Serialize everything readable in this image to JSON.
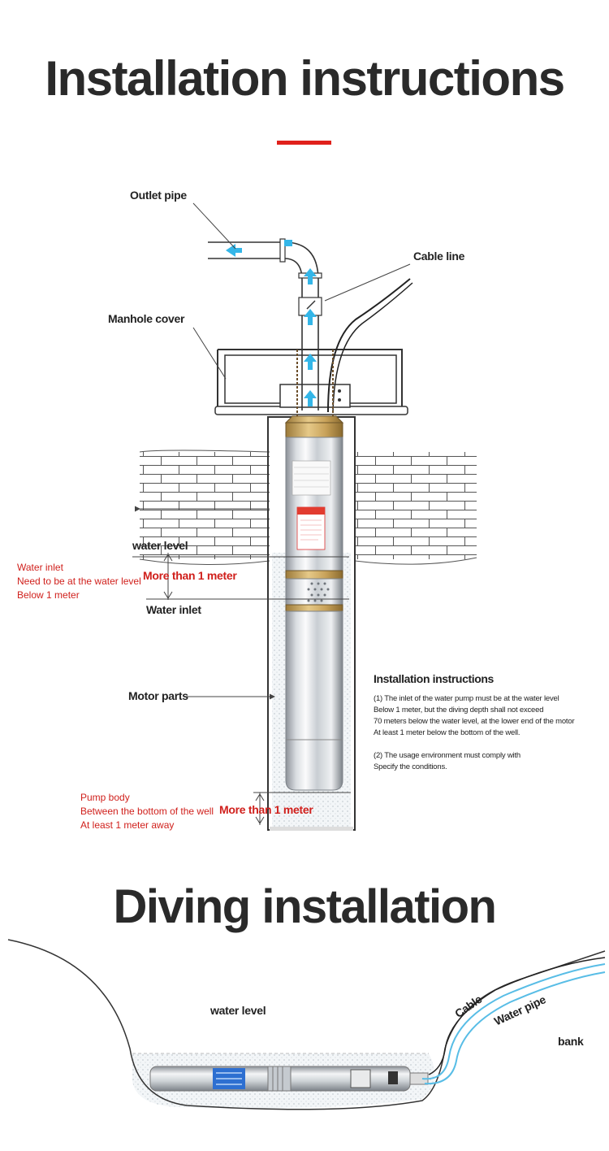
{
  "header": {
    "title": "Installation instructions",
    "accent_color": "#e0211b"
  },
  "well_diagram": {
    "outlet_pipe": "Outlet pipe",
    "cable_line": "Cable line",
    "manhole_cover": "Manhole cover",
    "water_level": "water level",
    "water_inlet": "Water inlet",
    "motor_parts": "Motor parts",
    "more_than_1m_top": "More than 1 meter",
    "more_than_1m_bottom": "More than 1 meter",
    "inlet_note": {
      "line1": "Water inlet",
      "line2": "Need to be at the water level",
      "line3": "Below 1 meter"
    },
    "pump_body_note": {
      "line1": "Pump body",
      "line2": "Between the bottom of the well",
      "line3": "At least 1 meter away"
    },
    "instructions": {
      "title": "Installation instructions",
      "p1_line1": "(1) The inlet of the water pump must be at the water level",
      "p1_line2": "Below 1 meter, but the diving depth shall not exceed",
      "p1_line3": "70 meters below the water level, at the lower end of the motor",
      "p1_line4": "At least 1 meter below the bottom of the well.",
      "p2_line1": "(2) The usage environment must comply with",
      "p2_line2": "Specify the conditions."
    },
    "colors": {
      "flow_arrow": "#34b6e8",
      "red_text": "#d0201c",
      "line": "#333333"
    }
  },
  "diving": {
    "title": "Diving installation",
    "water_level": "water level",
    "cable": "Cable",
    "water_pipe": "Water pipe",
    "bank": "bank"
  }
}
